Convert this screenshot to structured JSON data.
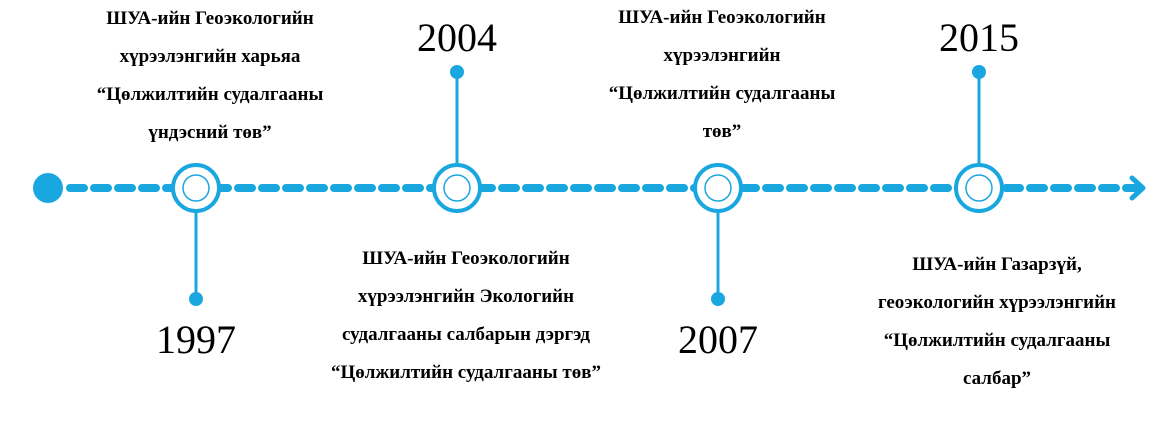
{
  "colors": {
    "accent": "#1aa7e0"
  },
  "events": [
    {
      "year": "1997",
      "lines": [
        "ШУА-ийн Геоэкологийн",
        "хүрээлэнгийн харьяа",
        "“Цөлжилтийн судалгааны",
        "үндэсний төв”"
      ]
    },
    {
      "year": "2004",
      "lines": [
        "ШУА-ийн Геоэкологийн",
        "хүрээлэнгийн Экологийн",
        "судалгааны салбарын дэргэд",
        "“Цөлжилтийн судалгааны төв”"
      ]
    },
    {
      "year": "2007",
      "lines": [
        "ШУА-ийн Геоэкологийн",
        "хүрээлэнгийн",
        "“Цөлжилтийн судалгааны",
        "төв”"
      ]
    },
    {
      "year": "2015",
      "lines": [
        "ШУА-ийн Газарзүй,",
        "геоэкологийн хүрээлэнгийн",
        "“Цөлжилтийн судалгааны",
        "салбар”"
      ]
    }
  ]
}
